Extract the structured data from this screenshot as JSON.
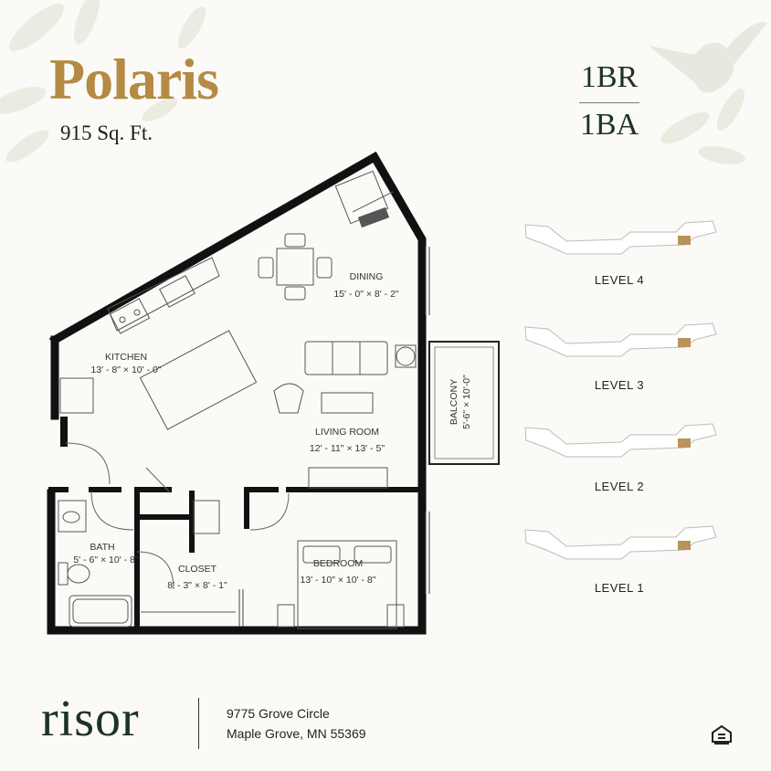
{
  "plan_name": "Polaris",
  "square_feet": "915 Sq. Ft.",
  "bedrooms": "1BR",
  "bathrooms": "1BA",
  "rooms": [
    {
      "name": "DINING",
      "dims": "15' - 0\" × 8' - 2\""
    },
    {
      "name": "KITCHEN",
      "dims": "13' - 8\" × 10' - 0\""
    },
    {
      "name": "LIVING ROOM",
      "dims": "12' - 11\" × 13' - 5\""
    },
    {
      "name": "BALCONY",
      "dims": "5'-6\" × 10'-0\""
    },
    {
      "name": "BATH",
      "dims": "5' - 6\" × 10' - 8\""
    },
    {
      "name": "CLOSET",
      "dims": "8' - 3\" × 8' - 1\""
    },
    {
      "name": "BEDROOM",
      "dims": "13' - 10\" × 10' - 8\""
    }
  ],
  "levels": [
    "LEVEL 4",
    "LEVEL 3",
    "LEVEL 2",
    "LEVEL 1"
  ],
  "brand": "risor",
  "address_line1": "9775 Grove Circle",
  "address_line2": "Maple Grove, MN 55369",
  "colors": {
    "accent_gold": "#b58a45",
    "brand_green": "#1d3324",
    "wall": "#111111",
    "unit_highlight": "#b8935a"
  },
  "icons": [
    "equal-housing-opportunity-icon",
    "leaf-decoration-icon",
    "hummingbird-decoration-icon"
  ]
}
